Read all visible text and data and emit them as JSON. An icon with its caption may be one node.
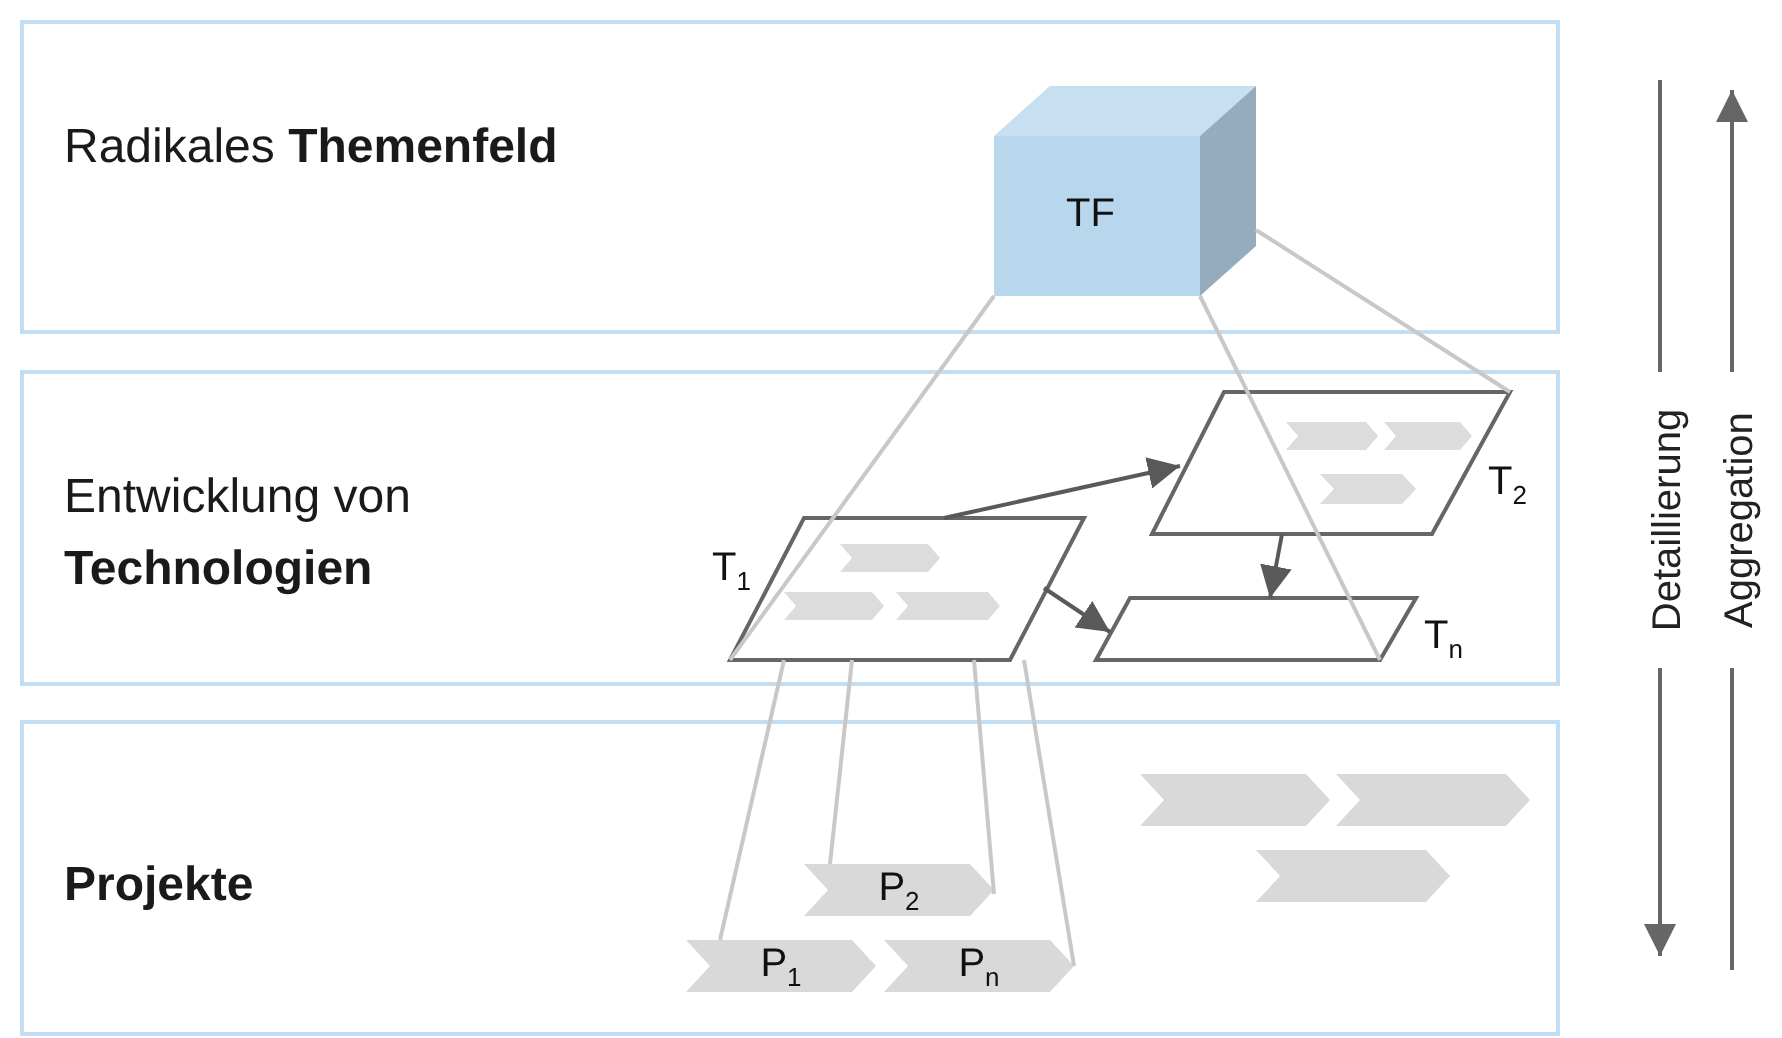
{
  "diagram": {
    "nodes": [
      {
        "text": [
          "Radikales **Themenfeld**"
        ]
      },
      {
        "text": [
          "TF"
        ],
        "in": 0
      },
      {
        "text": [
          "Entwicklung von **Technologien**"
        ]
      },
      {
        "text": [
          "T$_{1}$"
        ],
        "in": 2
      },
      {
        "text": [],
        "shape": "chevron",
        "in": 3
      },
      {
        "text": [],
        "shape": "chevron",
        "in": 3
      },
      {
        "text": [],
        "shape": "chevron",
        "in": 3
      },
      {
        "text": [
          "T$_{2}$"
        ],
        "in": 2
      },
      {
        "text": [],
        "shape": "chevron",
        "in": 7
      },
      {
        "text": [],
        "shape": "chevron",
        "in": 7
      },
      {
        "text": [],
        "shape": "chevron",
        "in": 7
      },
      {
        "text": [
          "T$_{n}$"
        ],
        "in": 2
      },
      {
        "text": [
          "Projekte"
        ]
      },
      {
        "text": [],
        "shape": "chevron",
        "in": 12
      },
      {
        "text": [],
        "shape": "chevron",
        "in": 12
      },
      {
        "text": [],
        "shape": "chevron",
        "in": 12
      },
      {
        "text": [
          "P$_{2}$"
        ],
        "in": 12
      },
      {
        "text": [
          "P$_{1}$"
        ],
        "in": 12
      },
      {
        "text": [
          "P$_{n}$"
        ],
        "in": 12
      }
    ],
    "edges": [
      {
        "from": 3,
        "to": 7,
        "arrow": "to",
        "color": "#595959"
      },
      {
        "from": 3,
        "to": 11,
        "arrow": "to",
        "color": "#595959"
      },
      {
        "from": 7,
        "to": 11,
        "arrow": "to",
        "color": "#595959"
      },
      {
        "from": 1,
        "to": 3,
        "arrow": "none"
      },
      {
        "from": 1,
        "to": 11,
        "arrow": "none"
      },
      {
        "from": 1,
        "to": 7,
        "arrow": "none"
      },
      {
        "from": 3,
        "to": 17,
        "arrow": "none"
      },
      {
        "from": 3,
        "to": 16,
        "arrow": "none"
      },
      {
        "from": 3,
        "to": 16,
        "arrow": "none"
      },
      {
        "from": 3,
        "to": 18,
        "arrow": "none"
      }
    ],
    "labels": [
      "Detaillierung",
      "Aggregation"
    ]
  }
}
